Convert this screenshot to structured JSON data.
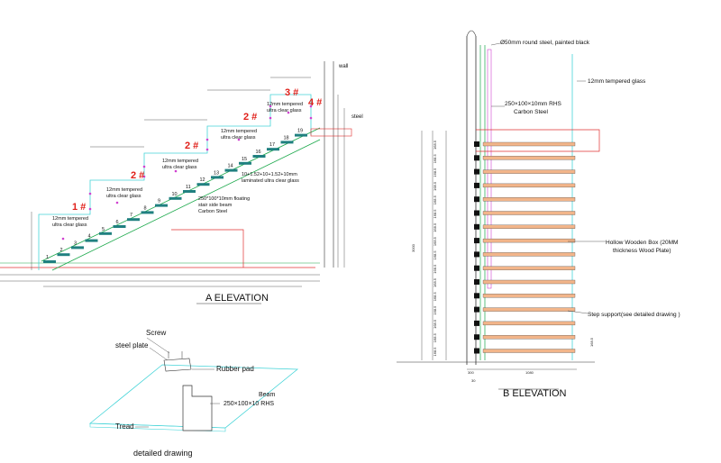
{
  "colors": {
    "glass": "#45d4d8",
    "green": "#1aa84a",
    "red_line": "#e03030",
    "magenta": "#d040d0",
    "wood": "#f2b58a",
    "tread": "#208080",
    "label_red": "#e0201a"
  },
  "a_elevation": {
    "title": "A ELEVATION",
    "labels": {
      "wall": "wall",
      "steel": "steel",
      "glass_note": "12mm tempered\nultra clear glass",
      "laminated": "10+1.52+10+1.52+10mm\nlaminated ultra clear glass",
      "beam": "250*100*10mm floating\nstair side beam\nCarbon Steel"
    },
    "panels": [
      "1 #",
      "2 #",
      "2 #",
      "2 #",
      "3 #",
      "4 #"
    ],
    "step_numbers": [
      "1",
      "2",
      "3",
      "4",
      "5",
      "6",
      "7",
      "8",
      "9",
      "10",
      "11",
      "12",
      "13",
      "14",
      "15",
      "16",
      "17",
      "18",
      "19"
    ]
  },
  "detail": {
    "title": "detailed drawing",
    "screw": "Screw",
    "steel_plate": "steel plate",
    "rubber_pad": "Rubber pad",
    "beam": "Beam\n250×100×10 RHS",
    "tread": "Tread"
  },
  "b_elevation": {
    "title": "B ELEVATION",
    "round_steel": "Ø50mm round steel, painted black",
    "glass": "12mm tempered glass",
    "rhs": "250×100×10mm  RHS\nCarbon Steel",
    "wooden_box": "Hollow Wooden Box (20MM\nthickness Wood Plate)",
    "step_support": "Step support(see detailed drawing )",
    "dim_height": "3000",
    "dim_width": "1080",
    "dim_left": "300",
    "dim_a": "30",
    "dim_rise": "168.5",
    "rise_label": "168.5"
  }
}
